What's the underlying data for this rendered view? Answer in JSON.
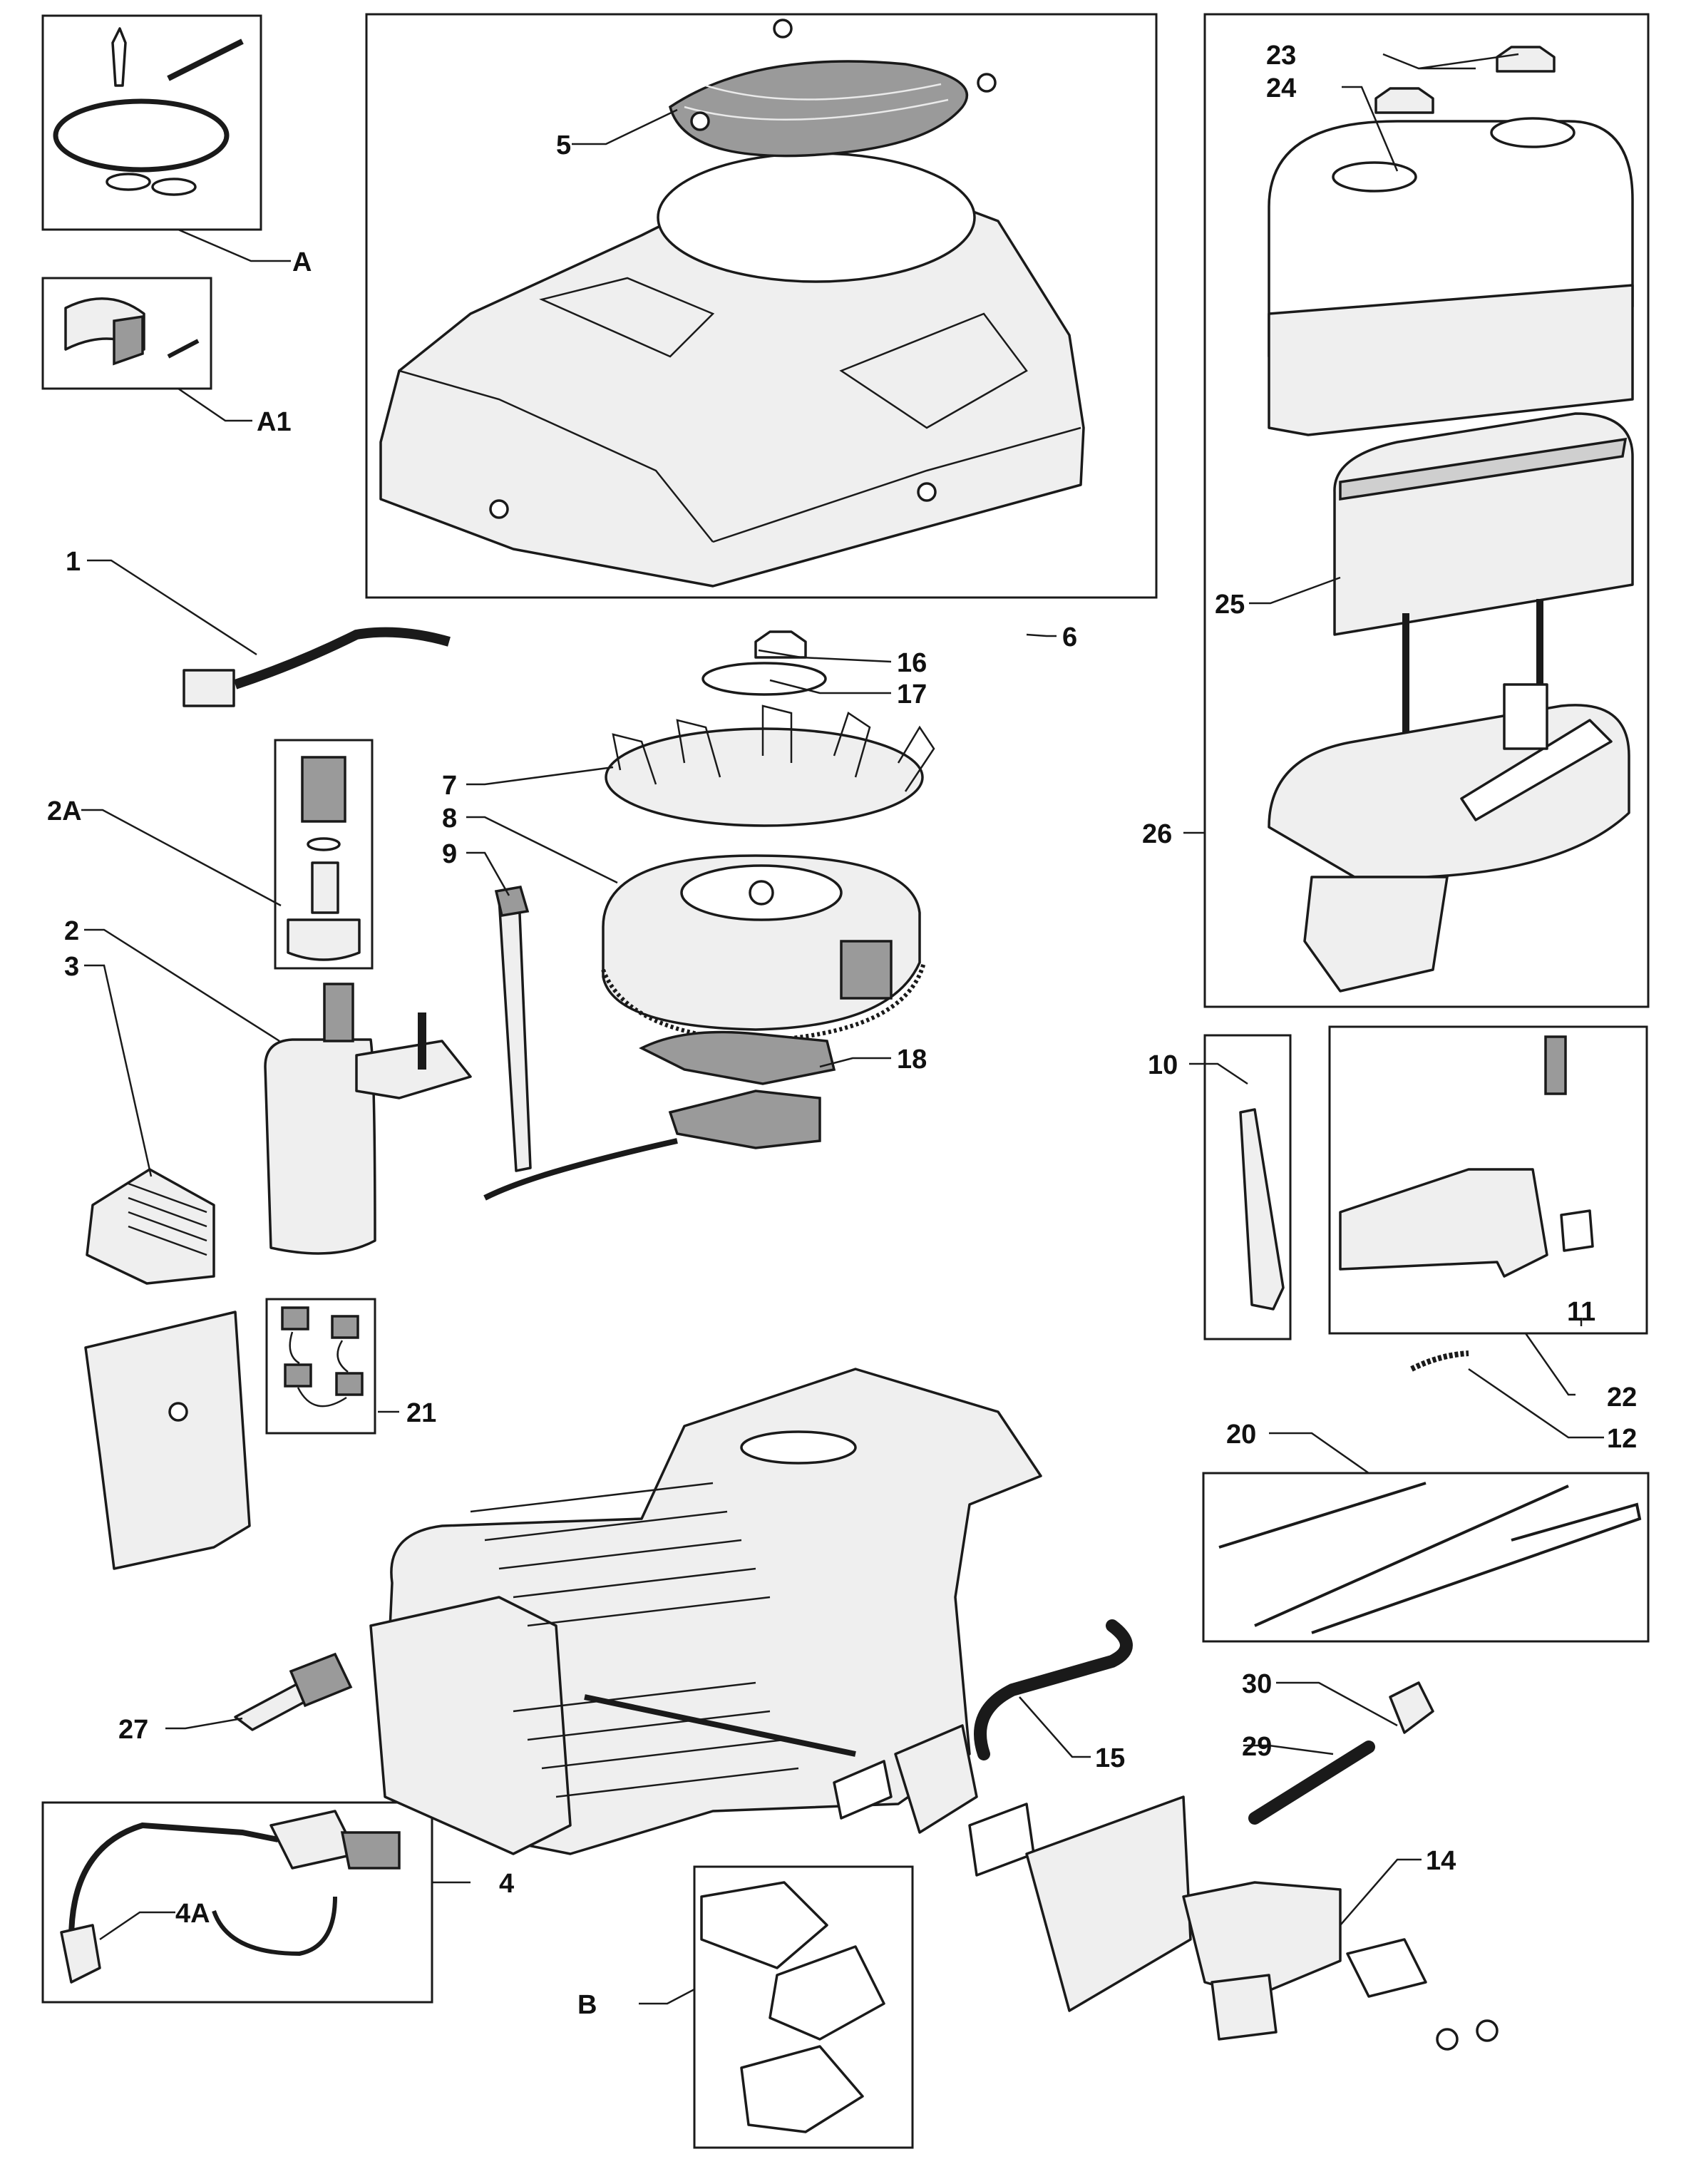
{
  "callouts": {
    "A": "A",
    "A1": "A1",
    "1": "1",
    "2A": "2A",
    "2": "2",
    "3": "3",
    "4": "4",
    "4A": "4A",
    "5": "5",
    "6": "6",
    "7": "7",
    "8": "8",
    "9": "9",
    "10": "10",
    "11": "11",
    "12": "12",
    "14": "14",
    "15": "15",
    "16": "16",
    "17": "17",
    "18": "18",
    "20": "20",
    "21": "21",
    "22": "22",
    "23": "23",
    "24": "24",
    "25": "25",
    "26": "26",
    "27": "27",
    "29": "29",
    "30": "30",
    "B": "B"
  },
  "icons": {
    "kit_a": "seal-kit-icon",
    "kit_a1": "clamp-kit-icon",
    "blower_housing": "engine-shroud-icon",
    "air_filter": "air-filter-icon",
    "flywheel": "flywheel-icon",
    "starter_motor": "starter-motor-icon",
    "engine_block": "engine-block-icon",
    "carburetor": "carburetor-icon"
  }
}
